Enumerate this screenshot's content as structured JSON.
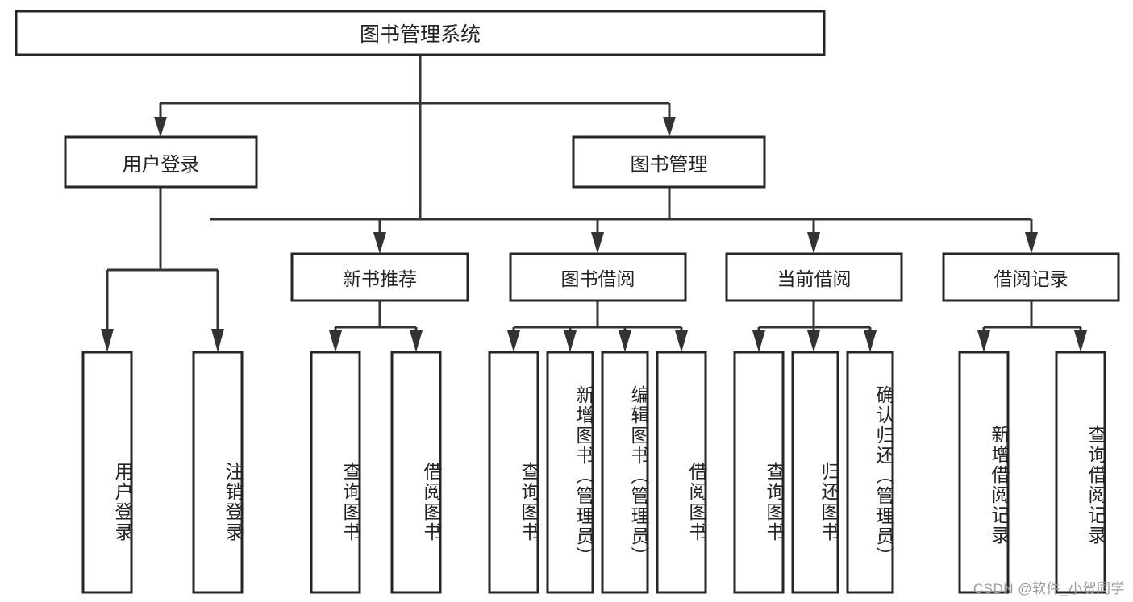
{
  "diagram": {
    "type": "tree",
    "title": "图书管理系统",
    "orientation": "top-down",
    "colors": {
      "box_fill": "#ffffff",
      "box_stroke": "#262626",
      "line": "#333333",
      "text": "#222222",
      "background": "#ffffff",
      "watermark": "#9a9a9a"
    },
    "root": {
      "label": "图书管理系统"
    },
    "level1": [
      {
        "label": "用户登录"
      },
      {
        "label": "图书管理"
      }
    ],
    "level2": [
      {
        "label": "新书推荐"
      },
      {
        "label": "图书借阅"
      },
      {
        "label": "当前借阅"
      },
      {
        "label": "借阅记录"
      }
    ],
    "leaves": {
      "user_login": [
        {
          "label": "用户登录"
        },
        {
          "label": "注销登录"
        }
      ],
      "new_book_recommend": [
        {
          "label": "查询图书"
        },
        {
          "label": "借阅图书"
        }
      ],
      "book_borrow": [
        {
          "label": "查询图书"
        },
        {
          "label": "新增图书（管理员）"
        },
        {
          "label": "编辑图书（管理员）"
        },
        {
          "label": "借阅图书"
        }
      ],
      "current_borrow": [
        {
          "label": "查询图书"
        },
        {
          "label": "归还图书"
        },
        {
          "label": "确认归还（管理员）"
        }
      ],
      "borrow_record": [
        {
          "label": "新增借阅记录"
        },
        {
          "label": "查询借阅记录"
        }
      ]
    }
  },
  "watermark": {
    "text": "CSDN @软件_小贺同学"
  }
}
